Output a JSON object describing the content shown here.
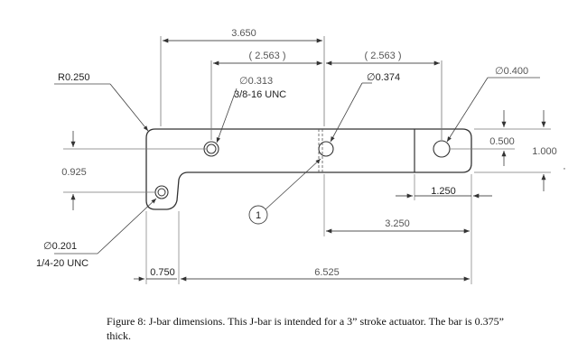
{
  "drawing": {
    "dims": {
      "overall_top": "3.650",
      "left_spacing": "( 2.563 )",
      "right_spacing": "( 2.563 )",
      "height_offset": "0.925",
      "right_height_short": "0.500",
      "right_height_full": "1.000",
      "right_slot_width": "1.250",
      "right_span": "3.250",
      "left_edge": "0.750",
      "overall_bottom": "6.525"
    },
    "callouts": {
      "radius": "R0.250",
      "hole_313": "∅0.313",
      "thread_38": "3/8-16 UNC",
      "hole_374": "∅0.374",
      "hole_400": "∅0.400",
      "hole_201": "∅0.201",
      "thread_14": "1/4-20 UNC",
      "balloon": "1"
    }
  },
  "caption": {
    "line1": "Figure 8: J-bar dimensions. This J-bar is intended for a 3” stroke",
    "line2": "actuator. The bar is 0.375” thick."
  },
  "colors": {
    "line": "#333333",
    "dim_line": "#555555",
    "text": "#111111"
  }
}
